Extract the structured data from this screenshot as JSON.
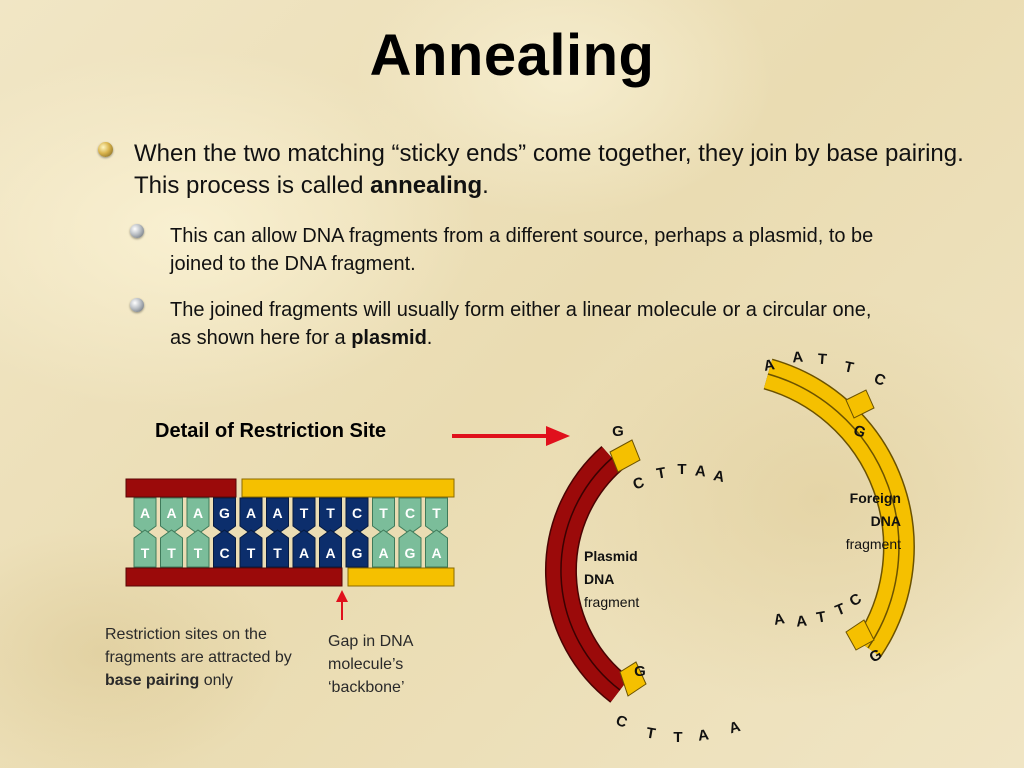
{
  "title": "Annealing",
  "bullets": {
    "main": {
      "text_before": "When the two matching “sticky ends” come together, they join by base pairing. This process is called ",
      "bold": "annealing",
      "text_after": "."
    },
    "sub1": {
      "text": "This can allow DNA fragments from a different source, perhaps a plasmid, to be joined to the DNA fragment."
    },
    "sub2": {
      "text_before": "The joined fragments will usually form either a linear molecule or a circular one, as shown here for a ",
      "bold": "plasmid",
      "text_after": "."
    }
  },
  "detail": {
    "title": "Detail of Restriction Site",
    "top_strand": [
      "A",
      "A",
      "A",
      "G",
      "A",
      "A",
      "T",
      "T",
      "C",
      "T",
      "C",
      "T"
    ],
    "bottom_strand": [
      "T",
      "T",
      "T",
      "C",
      "T",
      "T",
      "A",
      "A",
      "G",
      "A",
      "G",
      "A"
    ],
    "caption_left": {
      "before": "Restriction sites on the fragments are attracted by ",
      "bold": "base pairing",
      "after": " only"
    },
    "caption_right": "Gap in DNA molecule’s ‘backbone’",
    "colors": {
      "plasmid": "#9b0a0a",
      "foreign": "#f5c000",
      "top_base_light": "#7bbd9a",
      "top_base_dark": "#0c2e6c",
      "bottom_base_light": "#7bbd9a",
      "bottom_base_dark": "#0c2e6c",
      "arrow": "#e0101c"
    }
  },
  "circle": {
    "plasmid_label": [
      "Plasmid",
      "DNA",
      "fragment"
    ],
    "foreign_label": [
      "Foreign",
      "DNA",
      "fragment"
    ],
    "top_sequence": [
      "A",
      "A",
      "T",
      "T",
      "C"
    ],
    "top_g": "G",
    "inner_top_sequence": [
      "C",
      "T",
      "T",
      "A",
      "A"
    ],
    "inner_top_g": "G",
    "right_bottom_sequence": [
      "A",
      "A",
      "T",
      "T",
      "C"
    ],
    "right_bottom_g": "G",
    "bottom_g": "G",
    "bottom_sequence": [
      "C",
      "T",
      "T",
      "A",
      "A"
    ]
  }
}
